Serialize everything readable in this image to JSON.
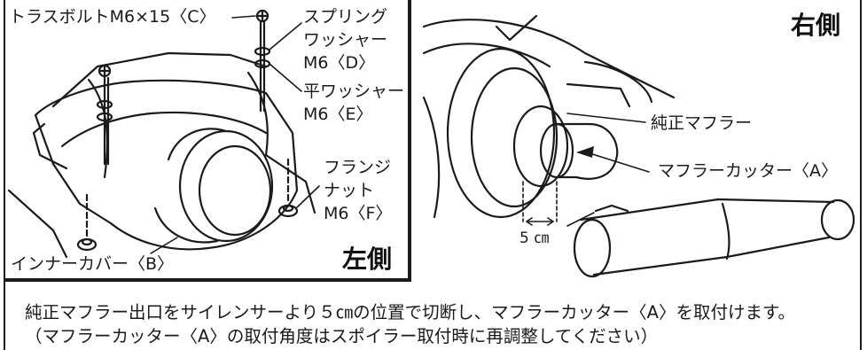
{
  "left_panel": {
    "side_label": "左側",
    "parts": {
      "truss_bolt": "トラスボルトM6×15〈C〉",
      "spring_washer_1": "スプリング",
      "spring_washer_2": "ワッシャー",
      "spring_washer_3": "M6〈D〉",
      "flat_washer_1": "平ワッシャー",
      "flat_washer_2": "M6〈E〉",
      "flange_nut_1": "フランジ",
      "flange_nut_2": "ナット",
      "flange_nut_3": "M6〈F〉",
      "inner_cover": "インナーカバー〈B〉"
    }
  },
  "right_panel": {
    "side_label": "右側",
    "stock_muffler": "純正マフラー",
    "muffler_cutter": "マフラーカッター〈A〉",
    "cut_distance": "5 ㎝"
  },
  "instructions": {
    "line1": "純正マフラー出口をサイレンサーより５㎝の位置で切断し、マフラーカッター〈A〉を取付けます。",
    "line2": "（マフラーカッター〈A〉の取付角度はスポイラー取付時に再調整してください）"
  }
}
